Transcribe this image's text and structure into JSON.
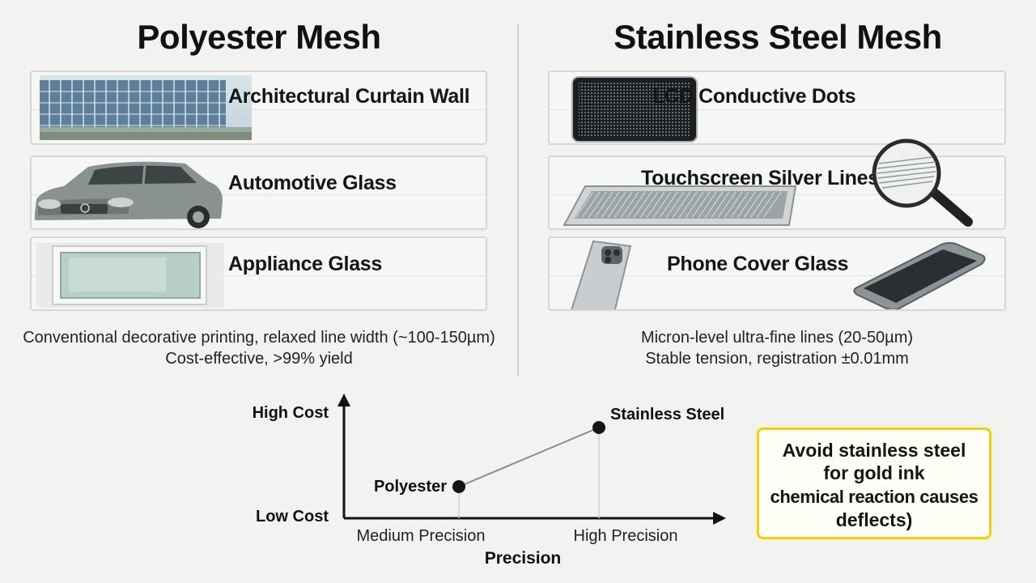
{
  "left": {
    "title": "Polyester Mesh",
    "applications": [
      {
        "label": "Architectural Curtain Wall",
        "image": "curtain-wall-building"
      },
      {
        "label": "Automotive Glass",
        "image": "sedan-car"
      },
      {
        "label": "Appliance Glass",
        "image": "appliance-glass-panel"
      }
    ],
    "caption": {
      "line1": "Conventional decorative printing, relaxed line width (~100-150µm)",
      "line2": "Cost-effective, >99% yield"
    }
  },
  "right": {
    "title": "Stainless Steel Mesh",
    "applications": [
      {
        "label": "LCD Conductive Dots",
        "image": "lcd-panel-dots"
      },
      {
        "label": "Touchscreen Silver Lines",
        "image": "tablet-with-magnifier"
      },
      {
        "label": "Phone Cover Glass",
        "image": "smartphones"
      }
    ],
    "caption": {
      "line1": "Micron-level ultra-fine lines (20-50µm)",
      "line2": "Stable tension, registration ±0.01mm"
    }
  },
  "chart_data": {
    "type": "scatter",
    "xlabel": "Precision",
    "categories_x": [
      "Medium Precision",
      "High Precision"
    ],
    "categories_y": [
      "Low Cost",
      "High Cost"
    ],
    "points": [
      {
        "label": "Polyester",
        "x": "Medium Precision",
        "cost_level": 0.31
      },
      {
        "label": "Stainless Steel",
        "x": "High Precision",
        "cost_level": 0.89
      }
    ],
    "connected": true
  },
  "note": {
    "line1": "Avoid stainless steel",
    "line2": "for gold ink",
    "line3": "chemical reaction causes",
    "line4": "deflects)",
    "border_color": "#e6cf2a"
  }
}
